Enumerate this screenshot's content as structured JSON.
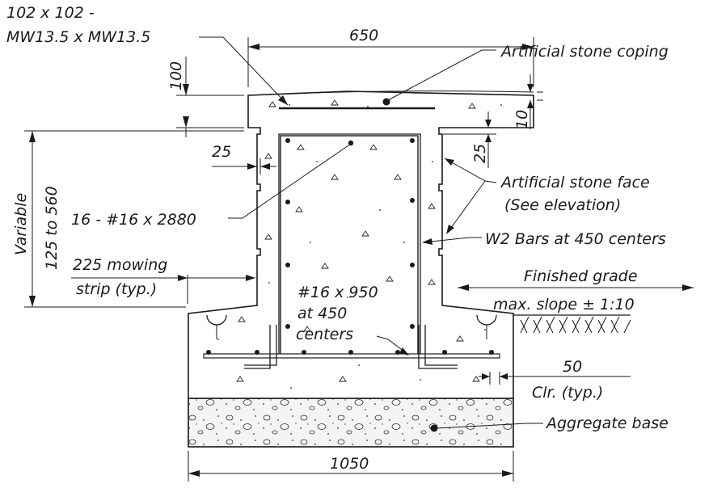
{
  "labels": {
    "mesh_line1": "102 x 102 -",
    "mesh_line2": "MW13.5 x MW13.5",
    "coping": "Artificial stone coping",
    "face_line1": "Artificial stone face",
    "face_line2": "(See elevation)",
    "vertical_bars": "16 - #16 x 2880",
    "w2_bars": "W2 Bars at 450 centers",
    "variable_line1": "Variable",
    "variable_line2": "125 to 560",
    "mowing_line1": "225 mowing",
    "mowing_line2": "strip (typ.)",
    "finished_grade": "Finished grade",
    "max_slope": "max. slope ± 1:10",
    "footing_bar_line1": "#16 x 950",
    "footing_bar_line2": "at 450",
    "footing_bar_line3": "centers",
    "clr_line1": "50",
    "clr_line2": "Clr. (typ.)",
    "aggregate": "Aggregate base"
  },
  "dimensions": {
    "coping_width": "650",
    "coping_height": "100",
    "coping_offset": "10",
    "face_offset_left": "25",
    "face_offset_right": "25",
    "footing_width": "1050"
  }
}
